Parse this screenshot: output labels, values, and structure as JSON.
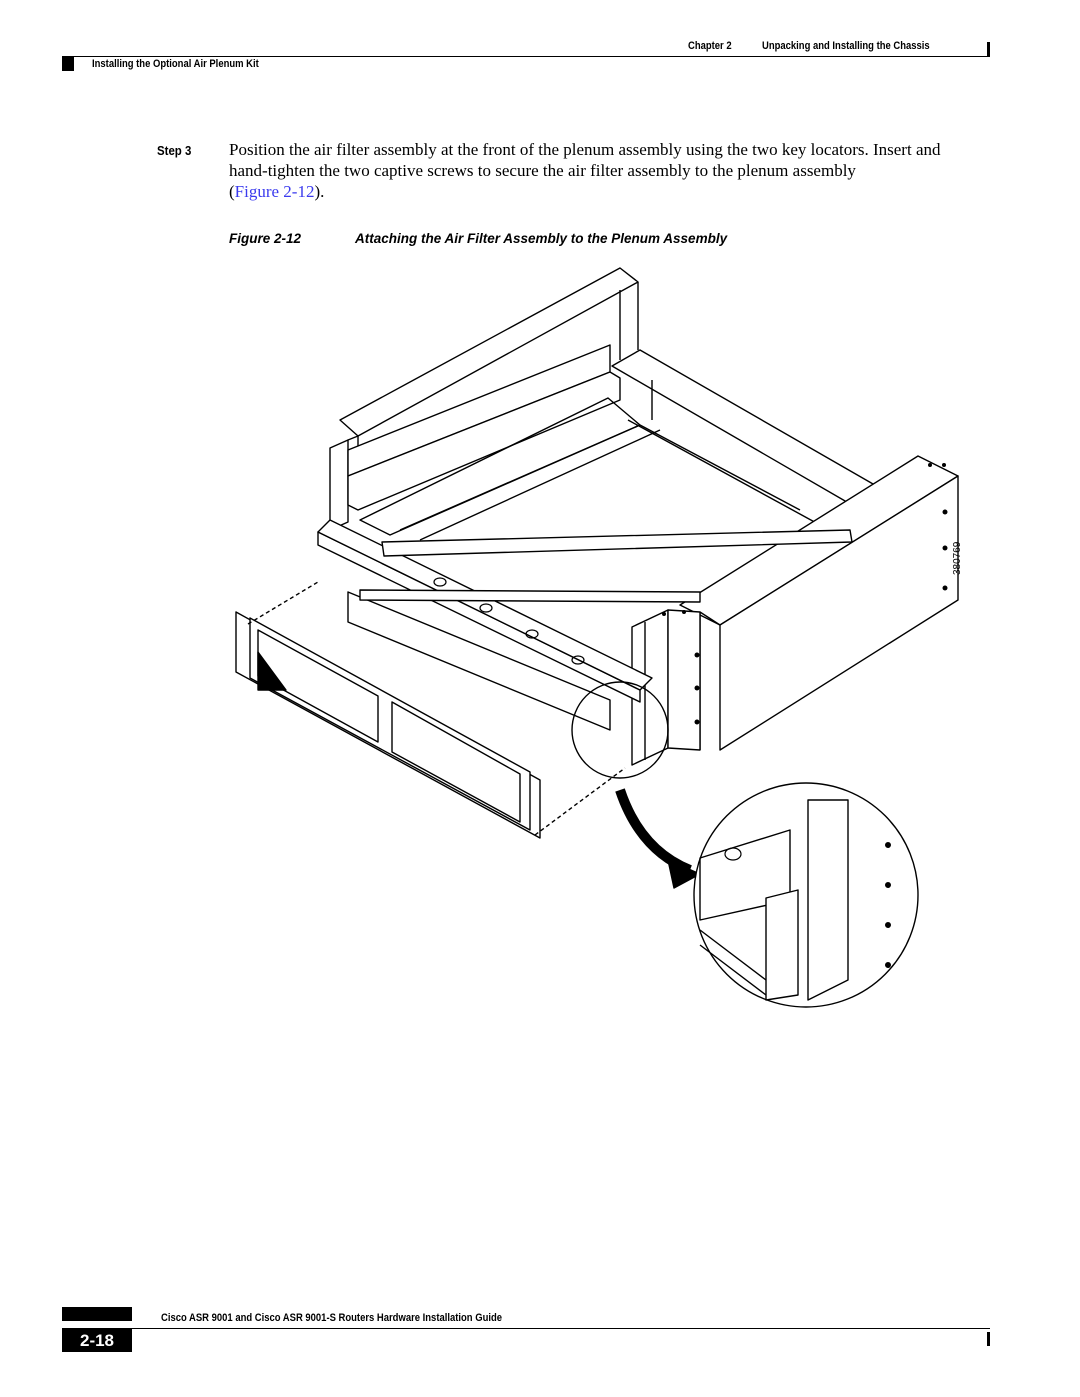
{
  "header": {
    "chapter_label": "Chapter 2",
    "chapter_title": "Unpacking and Installing the Chassis",
    "section_title": "Installing the Optional Air Plenum Kit"
  },
  "step": {
    "label": "Step 3",
    "text_line1": "Position the air filter assembly at the front of the plenum assembly using the two key locators. Insert and",
    "text_line2": "hand-tighten the two captive screws to secure the air filter assembly to the plenum assembly",
    "paren_open": "(",
    "link_text": "Figure 2-12",
    "paren_close": ")."
  },
  "figure": {
    "label": "Figure 2-12",
    "caption": "Attaching the Air Filter Assembly to the Plenum Assembly",
    "art_number": "380769"
  },
  "footer": {
    "guide_title": "Cisco ASR 9001 and Cisco ASR 9001-S Routers Hardware Installation Guide",
    "page_number": "2-18"
  }
}
